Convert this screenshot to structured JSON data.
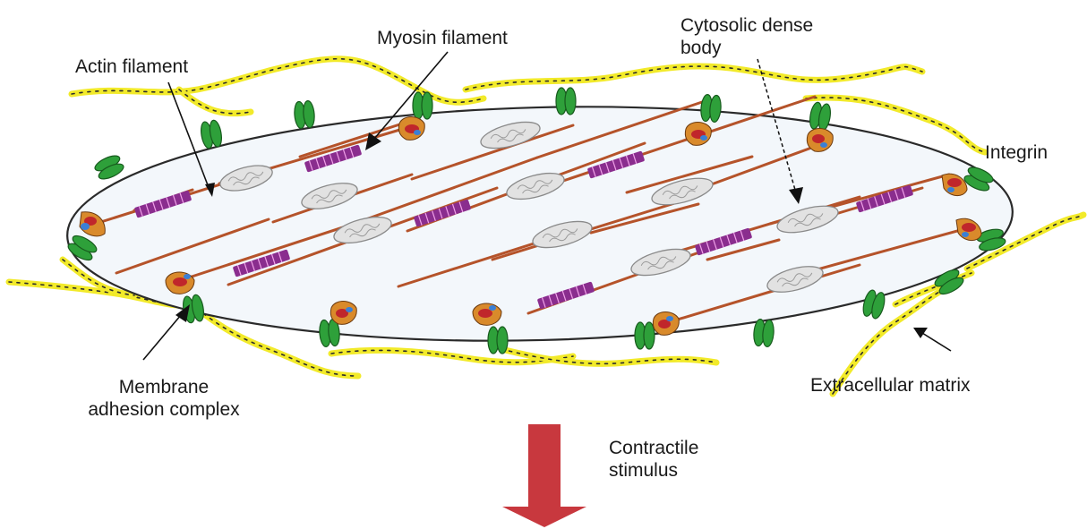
{
  "labels": {
    "actin_filament": "Actin filament",
    "myosin_filament": "Myosin filament",
    "cytosolic_dense_body_line1": "Cytosolic dense",
    "cytosolic_dense_body_line2": "body",
    "integrin": "Integrin",
    "membrane_adhesion_line1": "Membrane",
    "membrane_adhesion_line2": "adhesion complex",
    "extracellular_matrix": "Extracellular matrix",
    "contractile_line1": "Contractile",
    "contractile_line2": "stimulus"
  },
  "colors": {
    "extracellular_matrix": "#f2ea2a",
    "actin": "#b5532a",
    "myosin": "#8a2d8e",
    "integrin": "#2ea03a",
    "dense_body": "#e2e2e2",
    "cell_fill": "#f3f7fb",
    "stimulus_arrow": "#c8383e",
    "adhesion_orange": "#d98a2b",
    "adhesion_red": "#c0262b",
    "adhesion_blue": "#3a7fd5"
  },
  "icons": {
    "integrin": "green-paired-ovals",
    "membrane_adhesion_complex": "orange-red-blue-cluster",
    "dense_body": "grey-oval",
    "stimulus": "red-down-arrow"
  }
}
